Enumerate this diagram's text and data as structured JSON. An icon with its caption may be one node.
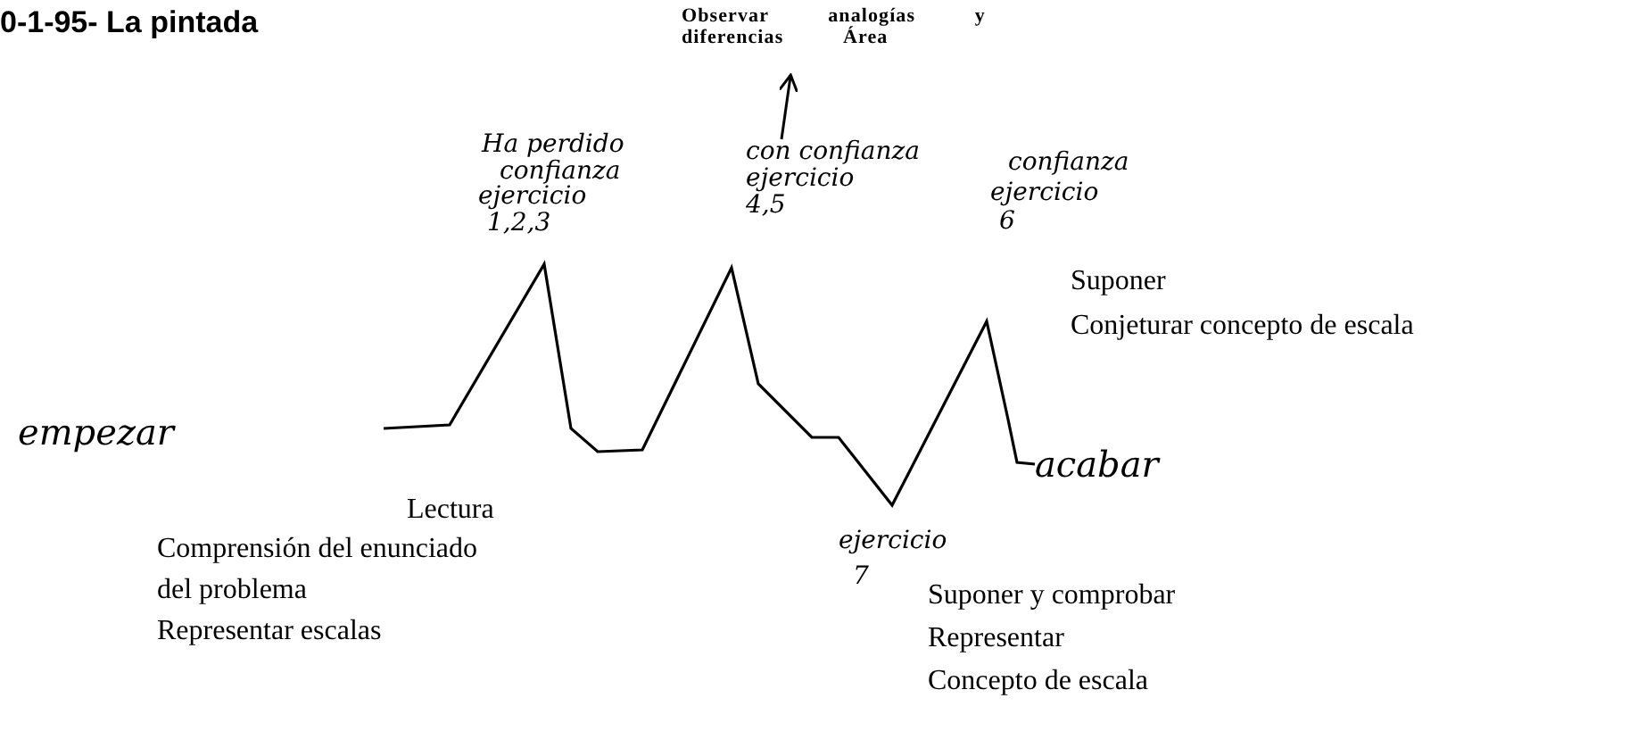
{
  "diagram": {
    "title": "0-1-95- La pintada",
    "nodes": [
      {
        "text": [
          "Observar analogías y diferencias Área"
        ]
      },
      {
        "text": [
          "con confianza",
          "ejercicio",
          "4,5"
        ]
      }
    ],
    "edges": [
      {
        "from": 1,
        "to": 0,
        "arrow": "to"
      }
    ],
    "labels": [
      "Ha perdido",
      "confianza",
      "ejercicio",
      "1,2,3",
      "confianza",
      "ejercicio",
      "6",
      "Suponer",
      "Conjeturar concepto de escala",
      "empezar",
      "acabar",
      "Lectura",
      "Comprensión del enunciado",
      "del problema",
      "Representar escalas",
      "ejercicio",
      "7",
      "Suponer y comprobar",
      "Representar",
      "Concepto de escala"
    ]
  }
}
